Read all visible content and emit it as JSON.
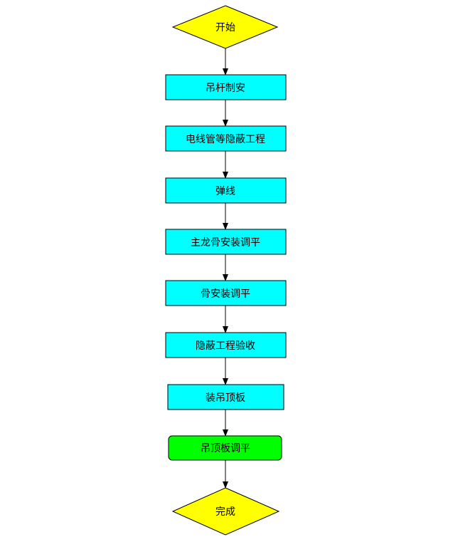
{
  "flowchart": {
    "nodes": [
      {
        "id": "start",
        "shape": "diamond",
        "label": "开始",
        "fill": "#ffff00"
      },
      {
        "id": "step1",
        "shape": "rect",
        "label": "吊杆制安",
        "fill": "#00ffff"
      },
      {
        "id": "step2",
        "shape": "rect",
        "label": "电线管等隐蔽工程",
        "fill": "#00ffff"
      },
      {
        "id": "step3",
        "shape": "rect",
        "label": "弹线",
        "fill": "#00ffff"
      },
      {
        "id": "step4",
        "shape": "rect",
        "label": "主龙骨安装调平",
        "fill": "#00ffff"
      },
      {
        "id": "step5",
        "shape": "rect",
        "label": "骨安装调平",
        "fill": "#00ffff"
      },
      {
        "id": "step6",
        "shape": "rect",
        "label": "隐蔽工程验收",
        "fill": "#00ffff"
      },
      {
        "id": "step7",
        "shape": "rect",
        "label": "装吊顶板",
        "fill": "#00ffff"
      },
      {
        "id": "step8",
        "shape": "rounded-rect",
        "label": "吊顶板调平",
        "fill": "#00ff00"
      },
      {
        "id": "end",
        "shape": "diamond",
        "label": "完成",
        "fill": "#ffff00"
      }
    ],
    "edges": [
      {
        "from": "start",
        "to": "step1"
      },
      {
        "from": "step1",
        "to": "step2"
      },
      {
        "from": "step2",
        "to": "step3"
      },
      {
        "from": "step3",
        "to": "step4"
      },
      {
        "from": "step4",
        "to": "step5"
      },
      {
        "from": "step5",
        "to": "step6"
      },
      {
        "from": "step6",
        "to": "step7"
      },
      {
        "from": "step7",
        "to": "step8"
      },
      {
        "from": "step8",
        "to": "end"
      }
    ]
  }
}
